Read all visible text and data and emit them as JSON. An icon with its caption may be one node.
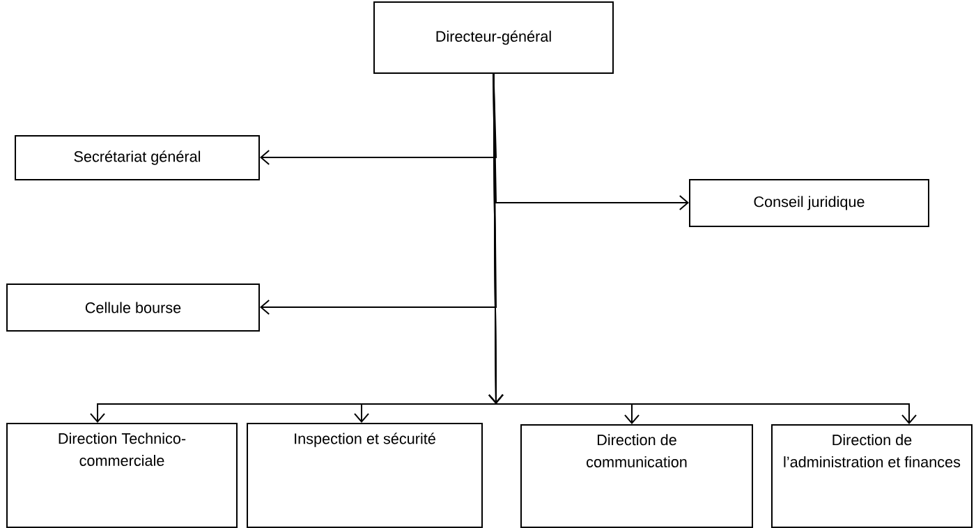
{
  "diagram": {
    "nodes": [
      {
        "text": [
          "Directeur-général"
        ]
      },
      {
        "text": [
          "Secrétariat général"
        ]
      },
      {
        "text": [
          "Conseil juridique"
        ]
      },
      {
        "text": [
          "Cellule bourse"
        ]
      },
      {
        "text": [
          "Direction Technico-commerciale"
        ]
      },
      {
        "text": [
          "Inspection et sécurité"
        ]
      },
      {
        "text": [
          "Direction de communication"
        ]
      },
      {
        "text": [
          "Direction de l’administration et finances"
        ]
      }
    ],
    "edges": [
      {
        "from": 0,
        "to": 1,
        "arrow": "to"
      },
      {
        "from": 0,
        "to": 2,
        "arrow": "to"
      },
      {
        "from": 0,
        "to": 3,
        "arrow": "to"
      },
      {
        "from": 0,
        "to": 4,
        "arrow": "to"
      },
      {
        "from": 0,
        "to": 5,
        "arrow": "to"
      },
      {
        "from": 0,
        "to": 6,
        "arrow": "to"
      },
      {
        "from": 0,
        "to": 7,
        "arrow": "to"
      }
    ]
  }
}
